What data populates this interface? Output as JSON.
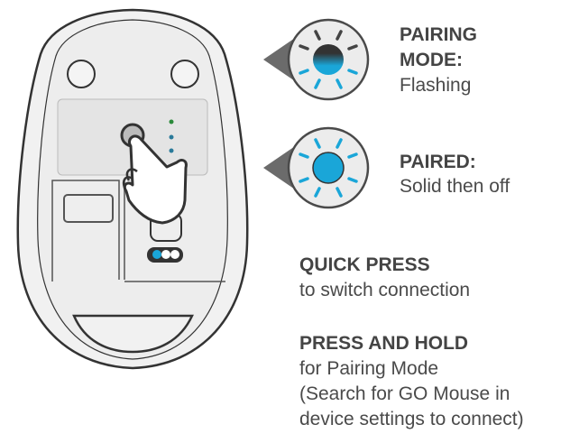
{
  "colors": {
    "accent_blue": "#1aa6d8",
    "dark_gray": "#4a4a4a",
    "light_gray": "#ececec"
  },
  "pairing_mode": {
    "title_line1": "PAIRING",
    "title_line2": "MODE:",
    "description": "Flashing",
    "icon": "led-flashing-icon"
  },
  "paired": {
    "title": "PAIRED:",
    "description": "Solid then off",
    "icon": "led-solid-icon"
  },
  "quick_press": {
    "title": "QUICK PRESS",
    "description": "to switch connection"
  },
  "press_and_hold": {
    "title": "PRESS AND HOLD",
    "line1": "for Pairing Mode",
    "line2": "(Search for GO Mouse in",
    "line3": "device settings to connect)"
  }
}
